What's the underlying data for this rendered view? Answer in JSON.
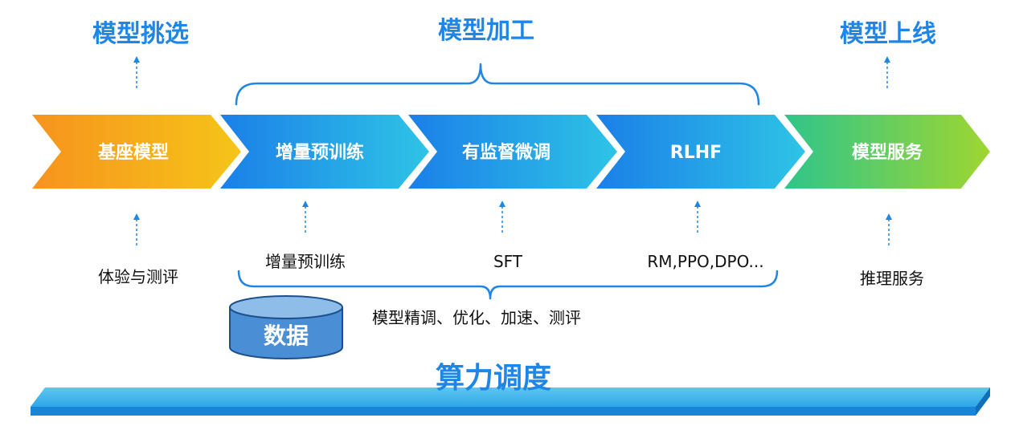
{
  "titles": {
    "model_selection": "模型挑选",
    "model_processing": "模型加工",
    "model_launch": "模型上线"
  },
  "stages": [
    {
      "label": "基座模型",
      "sub_label": "体验与测评"
    },
    {
      "label": "增量预训练",
      "sub_label": "增量预训练"
    },
    {
      "label": "有监督微调",
      "sub_label": "SFT"
    },
    {
      "label": "RLHF",
      "sub_label": "RM,PPO,DPO..."
    },
    {
      "label": "模型服务",
      "sub_label": "推理服务"
    }
  ],
  "data_store": {
    "label": "数据"
  },
  "bottom_note": "模型精调、优化、加速、测评",
  "compute": {
    "title": "算力调度"
  },
  "colors": {
    "accent_blue": "#1f86e6",
    "orange_start": "#f7931e",
    "orange_end": "#f5c518",
    "blue_start": "#1b7fe8",
    "blue_end": "#2ec4e6",
    "green_start": "#2fc58a",
    "green_end": "#9fd631",
    "platform_top": "#4fbff0",
    "platform_front": "#1785d8",
    "db_fill": "#4a8fd6",
    "db_top": "#8dbde8",
    "db_stroke": "#1e4f8a"
  }
}
